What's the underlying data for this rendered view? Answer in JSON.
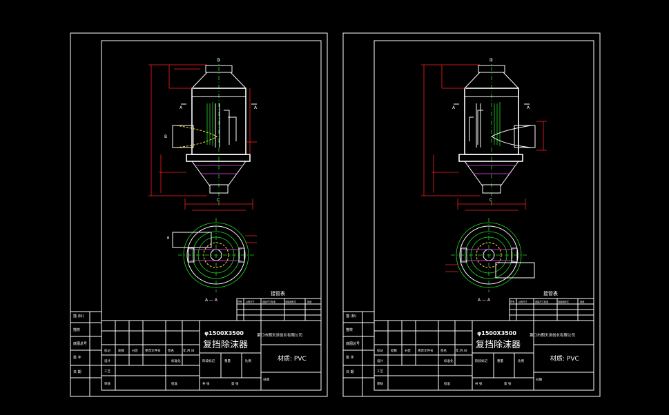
{
  "colors": {
    "background": "#000000",
    "frame": "#ffffff",
    "dimension": "#ff2020",
    "centerline": "#22dd22",
    "hidden": "#ffee33"
  },
  "sheets": [
    {
      "title_spec": "φ1500X3500",
      "title_name": "复挡除沫器",
      "company": "萧口市朗天泽创业有限公司",
      "material": "材质: PVC",
      "view_label": "A — A",
      "table_title": "接管表",
      "table_headers": [
        "符号",
        "公称尺寸",
        "连接尺寸标准",
        "连接面形式",
        "用途"
      ],
      "block_labels": [
        "标记",
        "处数",
        "分区",
        "更改文件号",
        "签名",
        "年.月.日"
      ],
      "left_labels": [
        "设计",
        "工艺",
        "审核",
        "标准化",
        "阶段标记",
        "重量",
        "比例",
        "共 张",
        "第 张",
        "批准",
        "日期"
      ],
      "side_labels": [
        "描 (标)",
        "描校",
        "底图总号",
        "签 字",
        "日 期"
      ]
    },
    {
      "title_spec": "φ1500X3500",
      "title_name": "复挡除沫器",
      "company": "萧口市朗天泽创业有限公司",
      "material": "材质: PVC",
      "view_label": "A — A",
      "table_title": "接管表",
      "table_headers": [
        "符号",
        "公称尺寸",
        "连接尺寸标准",
        "连接面形式",
        "用途"
      ],
      "block_labels": [
        "标记",
        "处数",
        "分区",
        "更改文件号",
        "签名",
        "年.月.日"
      ],
      "left_labels": [
        "设计",
        "工艺",
        "审核",
        "标准化",
        "阶段标记",
        "重量",
        "比例",
        "共 张",
        "第 张",
        "批准",
        "日期"
      ],
      "side_labels": [
        "描 (标)",
        "描校",
        "底图总号",
        "签 字",
        "日 期"
      ]
    }
  ]
}
